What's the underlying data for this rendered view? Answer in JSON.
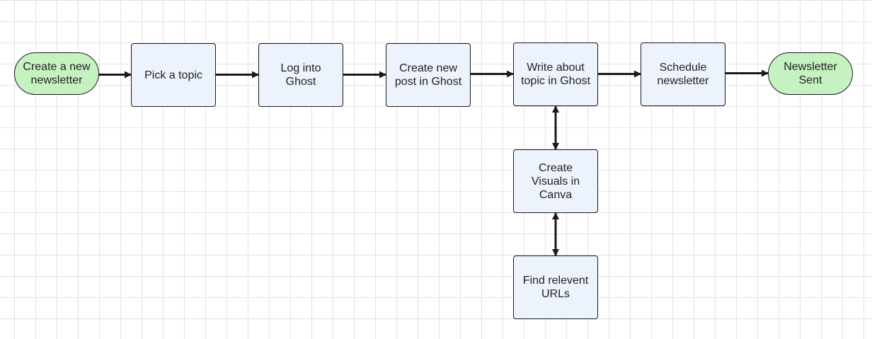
{
  "diagram": {
    "type": "flowchart",
    "colors": {
      "terminal_fill": "#c6f2c2",
      "process_fill": "#edf3fc",
      "stroke": "#1a1a1a"
    },
    "nodes": [
      {
        "id": "start",
        "shape": "terminal",
        "label": "Create a new\nnewsletter"
      },
      {
        "id": "pick",
        "shape": "process",
        "label": "Pick a topic"
      },
      {
        "id": "login",
        "shape": "process",
        "label": "Log into\nGhost"
      },
      {
        "id": "newpost",
        "shape": "process",
        "label": "Create new\npost in Ghost"
      },
      {
        "id": "write",
        "shape": "process",
        "label": "Write about\ntopic in Ghost"
      },
      {
        "id": "schedule",
        "shape": "process",
        "label": "Schedule\nnewsletter"
      },
      {
        "id": "end",
        "shape": "terminal",
        "label": "Newsletter\nSent"
      },
      {
        "id": "visuals",
        "shape": "process",
        "label": "Create\nVisuals in\nCanva"
      },
      {
        "id": "urls",
        "shape": "process",
        "label": "Find relevent\nURLs"
      }
    ],
    "edges": [
      {
        "from": "start",
        "to": "pick",
        "direction": "forward"
      },
      {
        "from": "pick",
        "to": "login",
        "direction": "forward"
      },
      {
        "from": "login",
        "to": "newpost",
        "direction": "forward"
      },
      {
        "from": "newpost",
        "to": "write",
        "direction": "forward"
      },
      {
        "from": "write",
        "to": "schedule",
        "direction": "forward"
      },
      {
        "from": "schedule",
        "to": "end",
        "direction": "forward"
      },
      {
        "from": "write",
        "to": "visuals",
        "direction": "both"
      },
      {
        "from": "visuals",
        "to": "urls",
        "direction": "both"
      }
    ]
  }
}
